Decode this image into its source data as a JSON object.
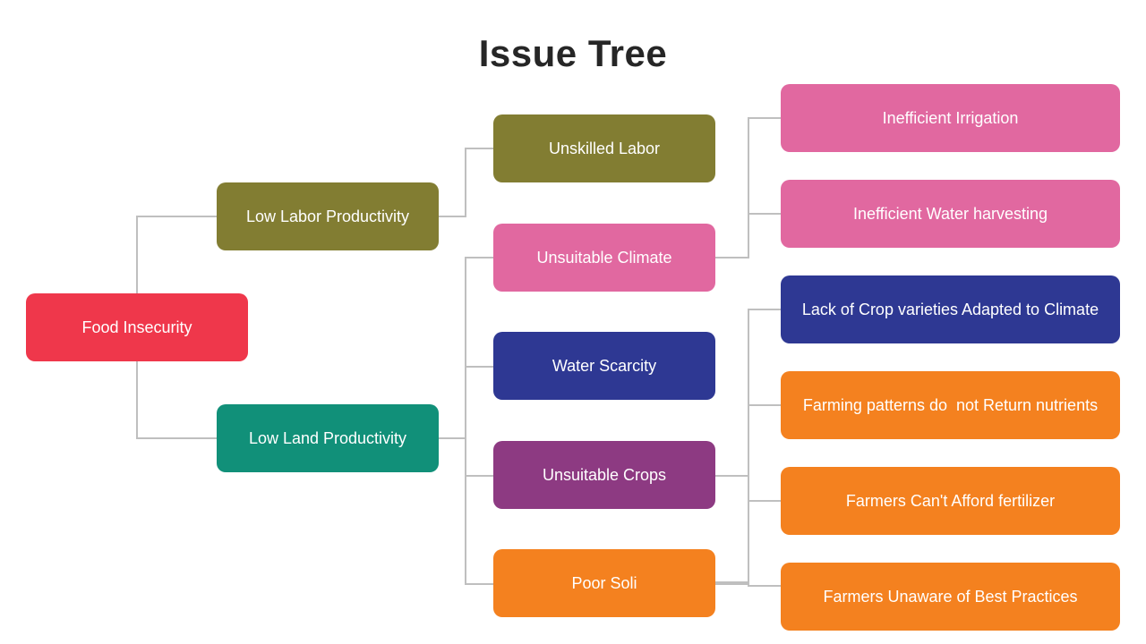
{
  "title": "Issue Tree",
  "colors": {
    "root": "#ef374b",
    "olive": "#827d32",
    "teal": "#119079",
    "pink": "#e168a0",
    "navy": "#2e3893",
    "purple": "#8d3a82",
    "orange": "#f4811f",
    "connector": "#bfbfbf"
  },
  "nodes": {
    "food_insecurity": "Food Insecurity",
    "low_labor_productivity": "Low Labor Productivity",
    "low_land_productivity": "Low Land Productivity",
    "unskilled_labor": "Unskilled Labor",
    "unsuitable_climate": "Unsuitable Climate",
    "water_scarcity": "Water Scarcity",
    "unsuitable_crops": "Unsuitable Crops",
    "poor_soli": "Poor Soli",
    "inefficient_irrigation": "Inefficient Irrigation",
    "inefficient_water_harvesting": "Inefficient Water harvesting",
    "lack_of_crop_varieties": "Lack of Crop varieties Adapted to Climate",
    "farming_patterns": "Farming patterns do  not Return nutrients",
    "farmers_cant_afford": "Farmers Can't Afford fertilizer",
    "farmers_unaware": "Farmers Unaware of Best Practices"
  }
}
